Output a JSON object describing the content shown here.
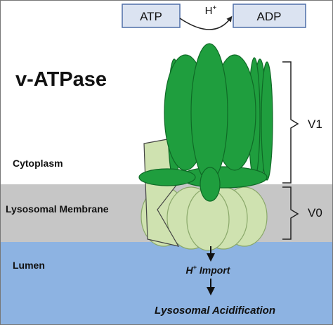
{
  "title": "v-ATPase",
  "regions": {
    "cytoplasm": "Cytoplasm",
    "membrane": "Lysosomal Membrane",
    "lumen": "Lumen"
  },
  "reaction": {
    "substrate": "ATP",
    "proton": "H",
    "proton_charge": "+",
    "product": "ADP"
  },
  "domains": {
    "v1": "V1",
    "v0": "V0"
  },
  "flow": {
    "import_proton": "H",
    "import_charge": "+",
    "import_word": "Import",
    "result": "Lysosomal Acidification"
  },
  "colors": {
    "v1_green": "#1f9e3e",
    "v1_stroke": "#0f6a26",
    "v0_green": "#cfe2b0",
    "membrane_gray": "#c6c6c6",
    "lumen_blue": "#8db3e2",
    "box_fill": "#dbe3f1",
    "box_stroke": "#4f6fa8"
  }
}
